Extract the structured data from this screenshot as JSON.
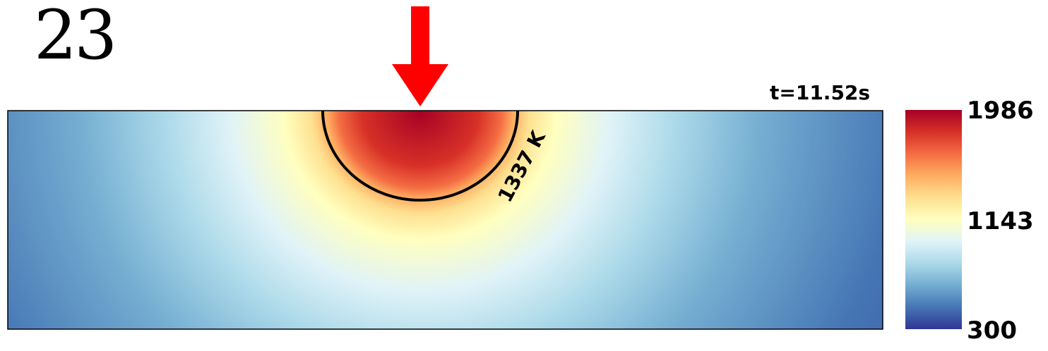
{
  "panel": {
    "number": "23"
  },
  "chart_data": {
    "type": "heatmap",
    "time_label": "t=11.52s",
    "colorbar": {
      "max": 1986,
      "mid": 1143,
      "min": 300,
      "tick_labels": [
        "1986",
        "1143",
        "300"
      ],
      "colormap": "RdYlBu_r",
      "colors": [
        "#313695",
        "#4575b4",
        "#74add1",
        "#abd9e9",
        "#e0f3f8",
        "#ffffbf",
        "#fee090",
        "#fdae61",
        "#f46d43",
        "#d73027",
        "#a50026"
      ]
    },
    "contour": {
      "value": 1337,
      "label": "1337 K",
      "color": "#000000"
    },
    "heat_source_arrow_color": "#ff0000"
  }
}
